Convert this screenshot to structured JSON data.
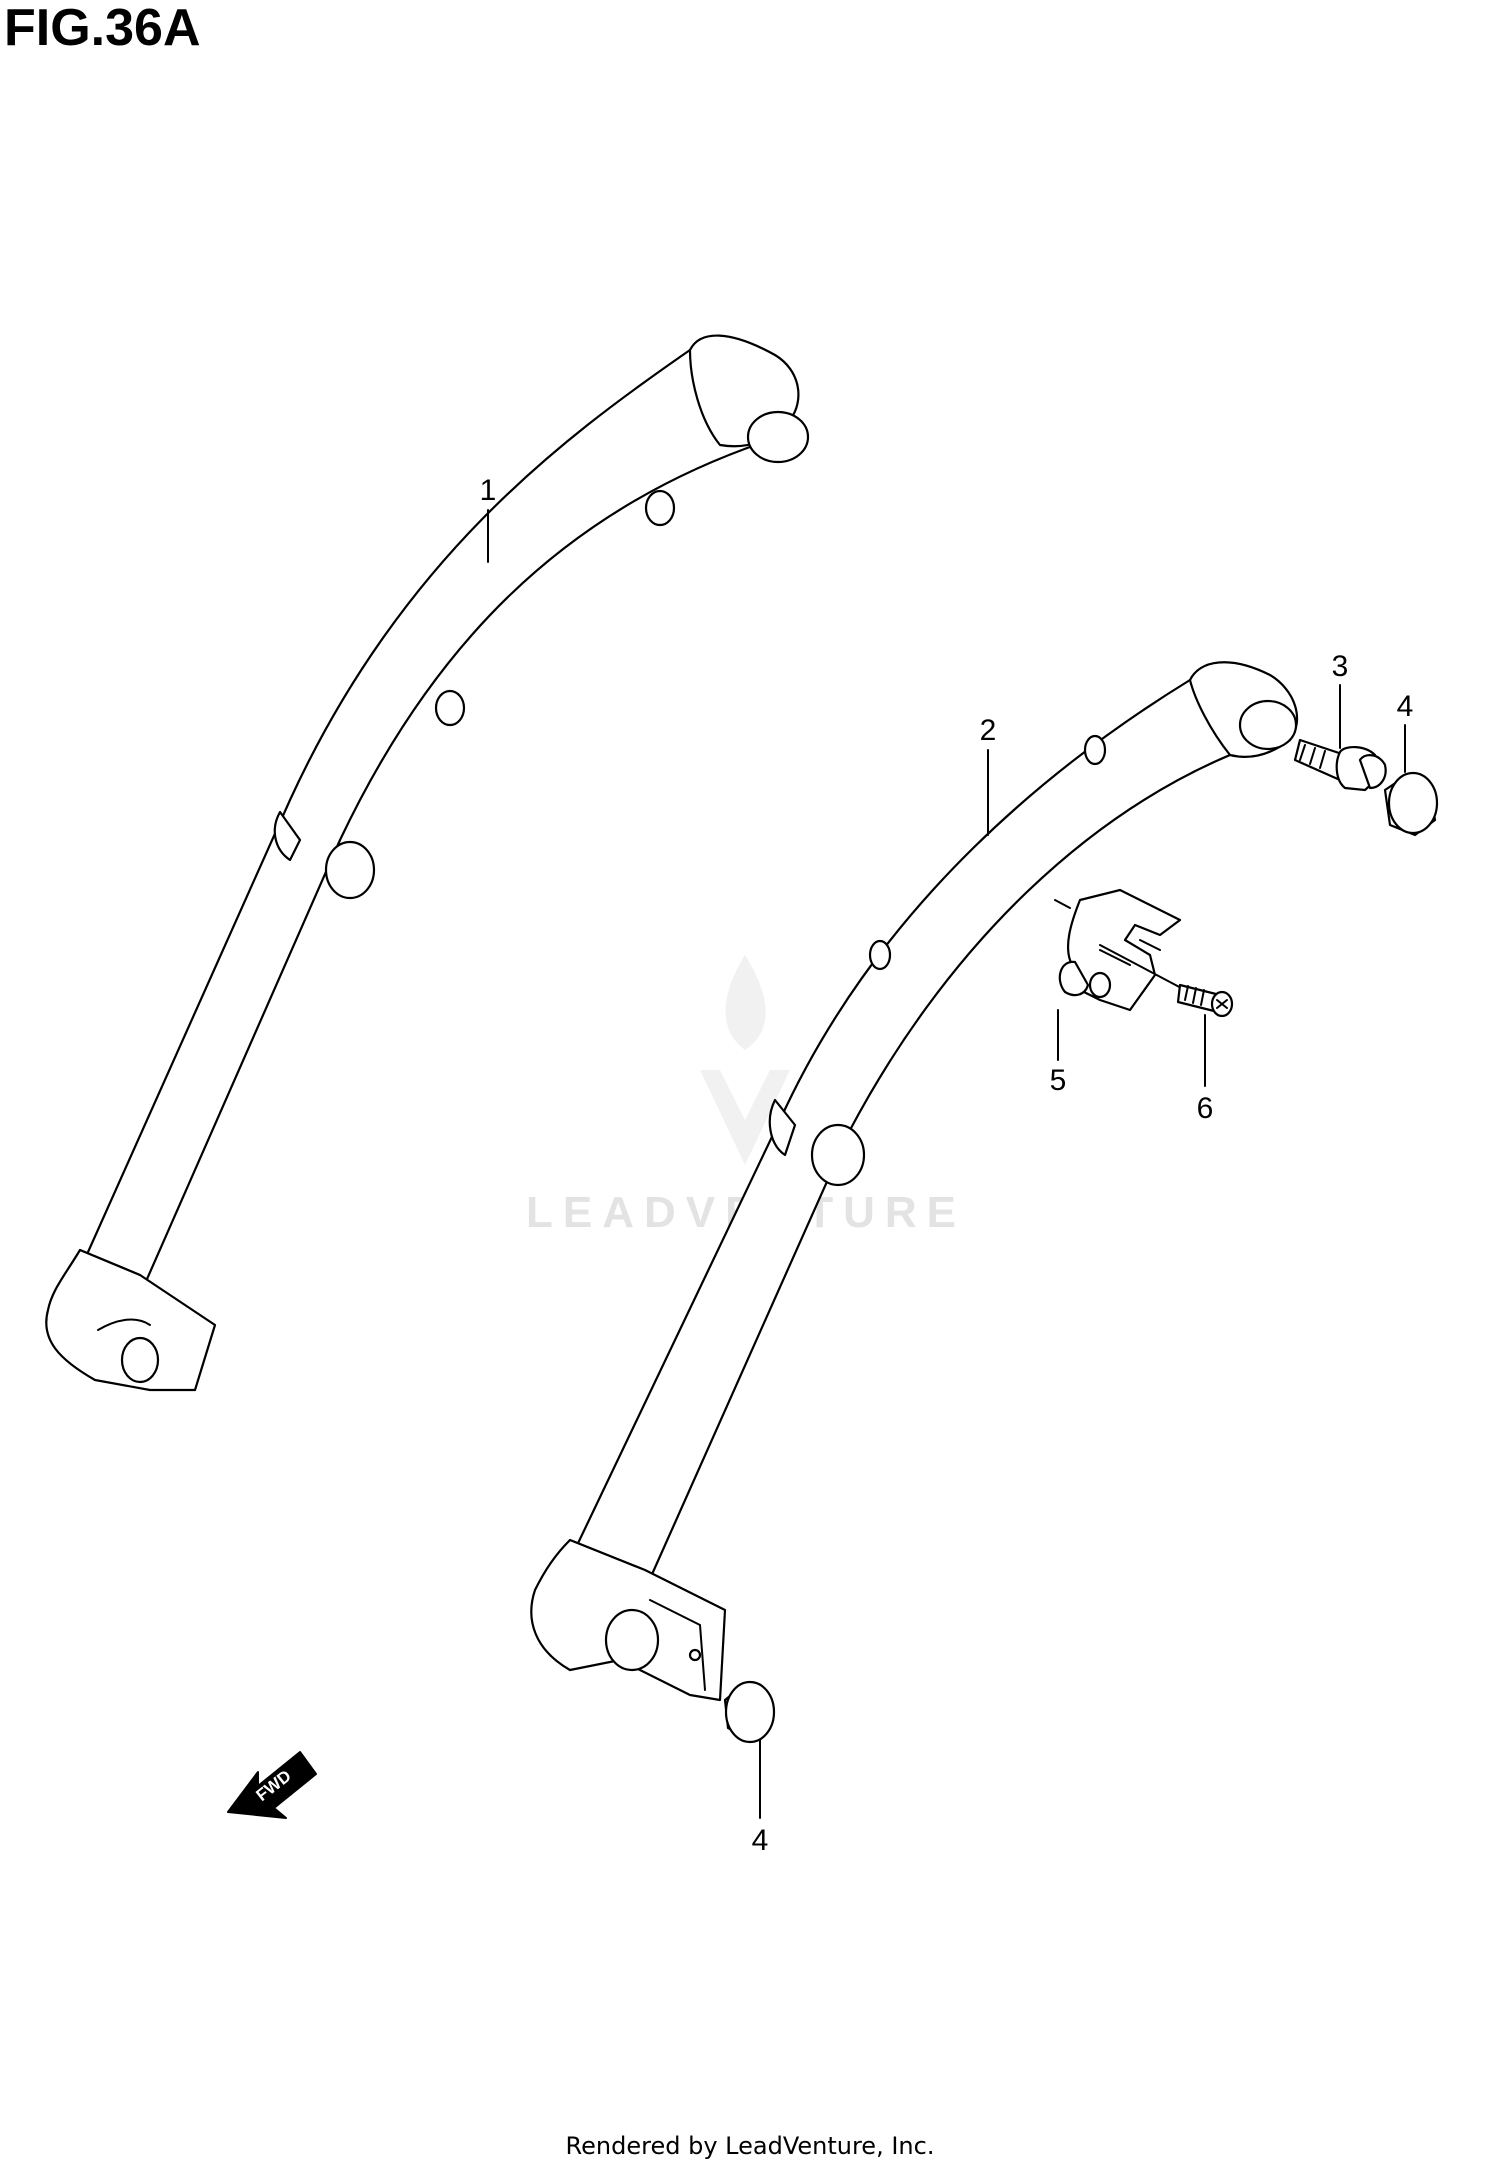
{
  "figure": {
    "title": "FIG.36A"
  },
  "callouts": [
    "1",
    "2",
    "3",
    "4",
    "5",
    "6",
    "4"
  ],
  "direction_arrow": {
    "label": "FWD"
  },
  "watermark": {
    "text": "LEADVENTURE"
  },
  "footer": {
    "text": "Rendered by LeadVenture, Inc."
  }
}
